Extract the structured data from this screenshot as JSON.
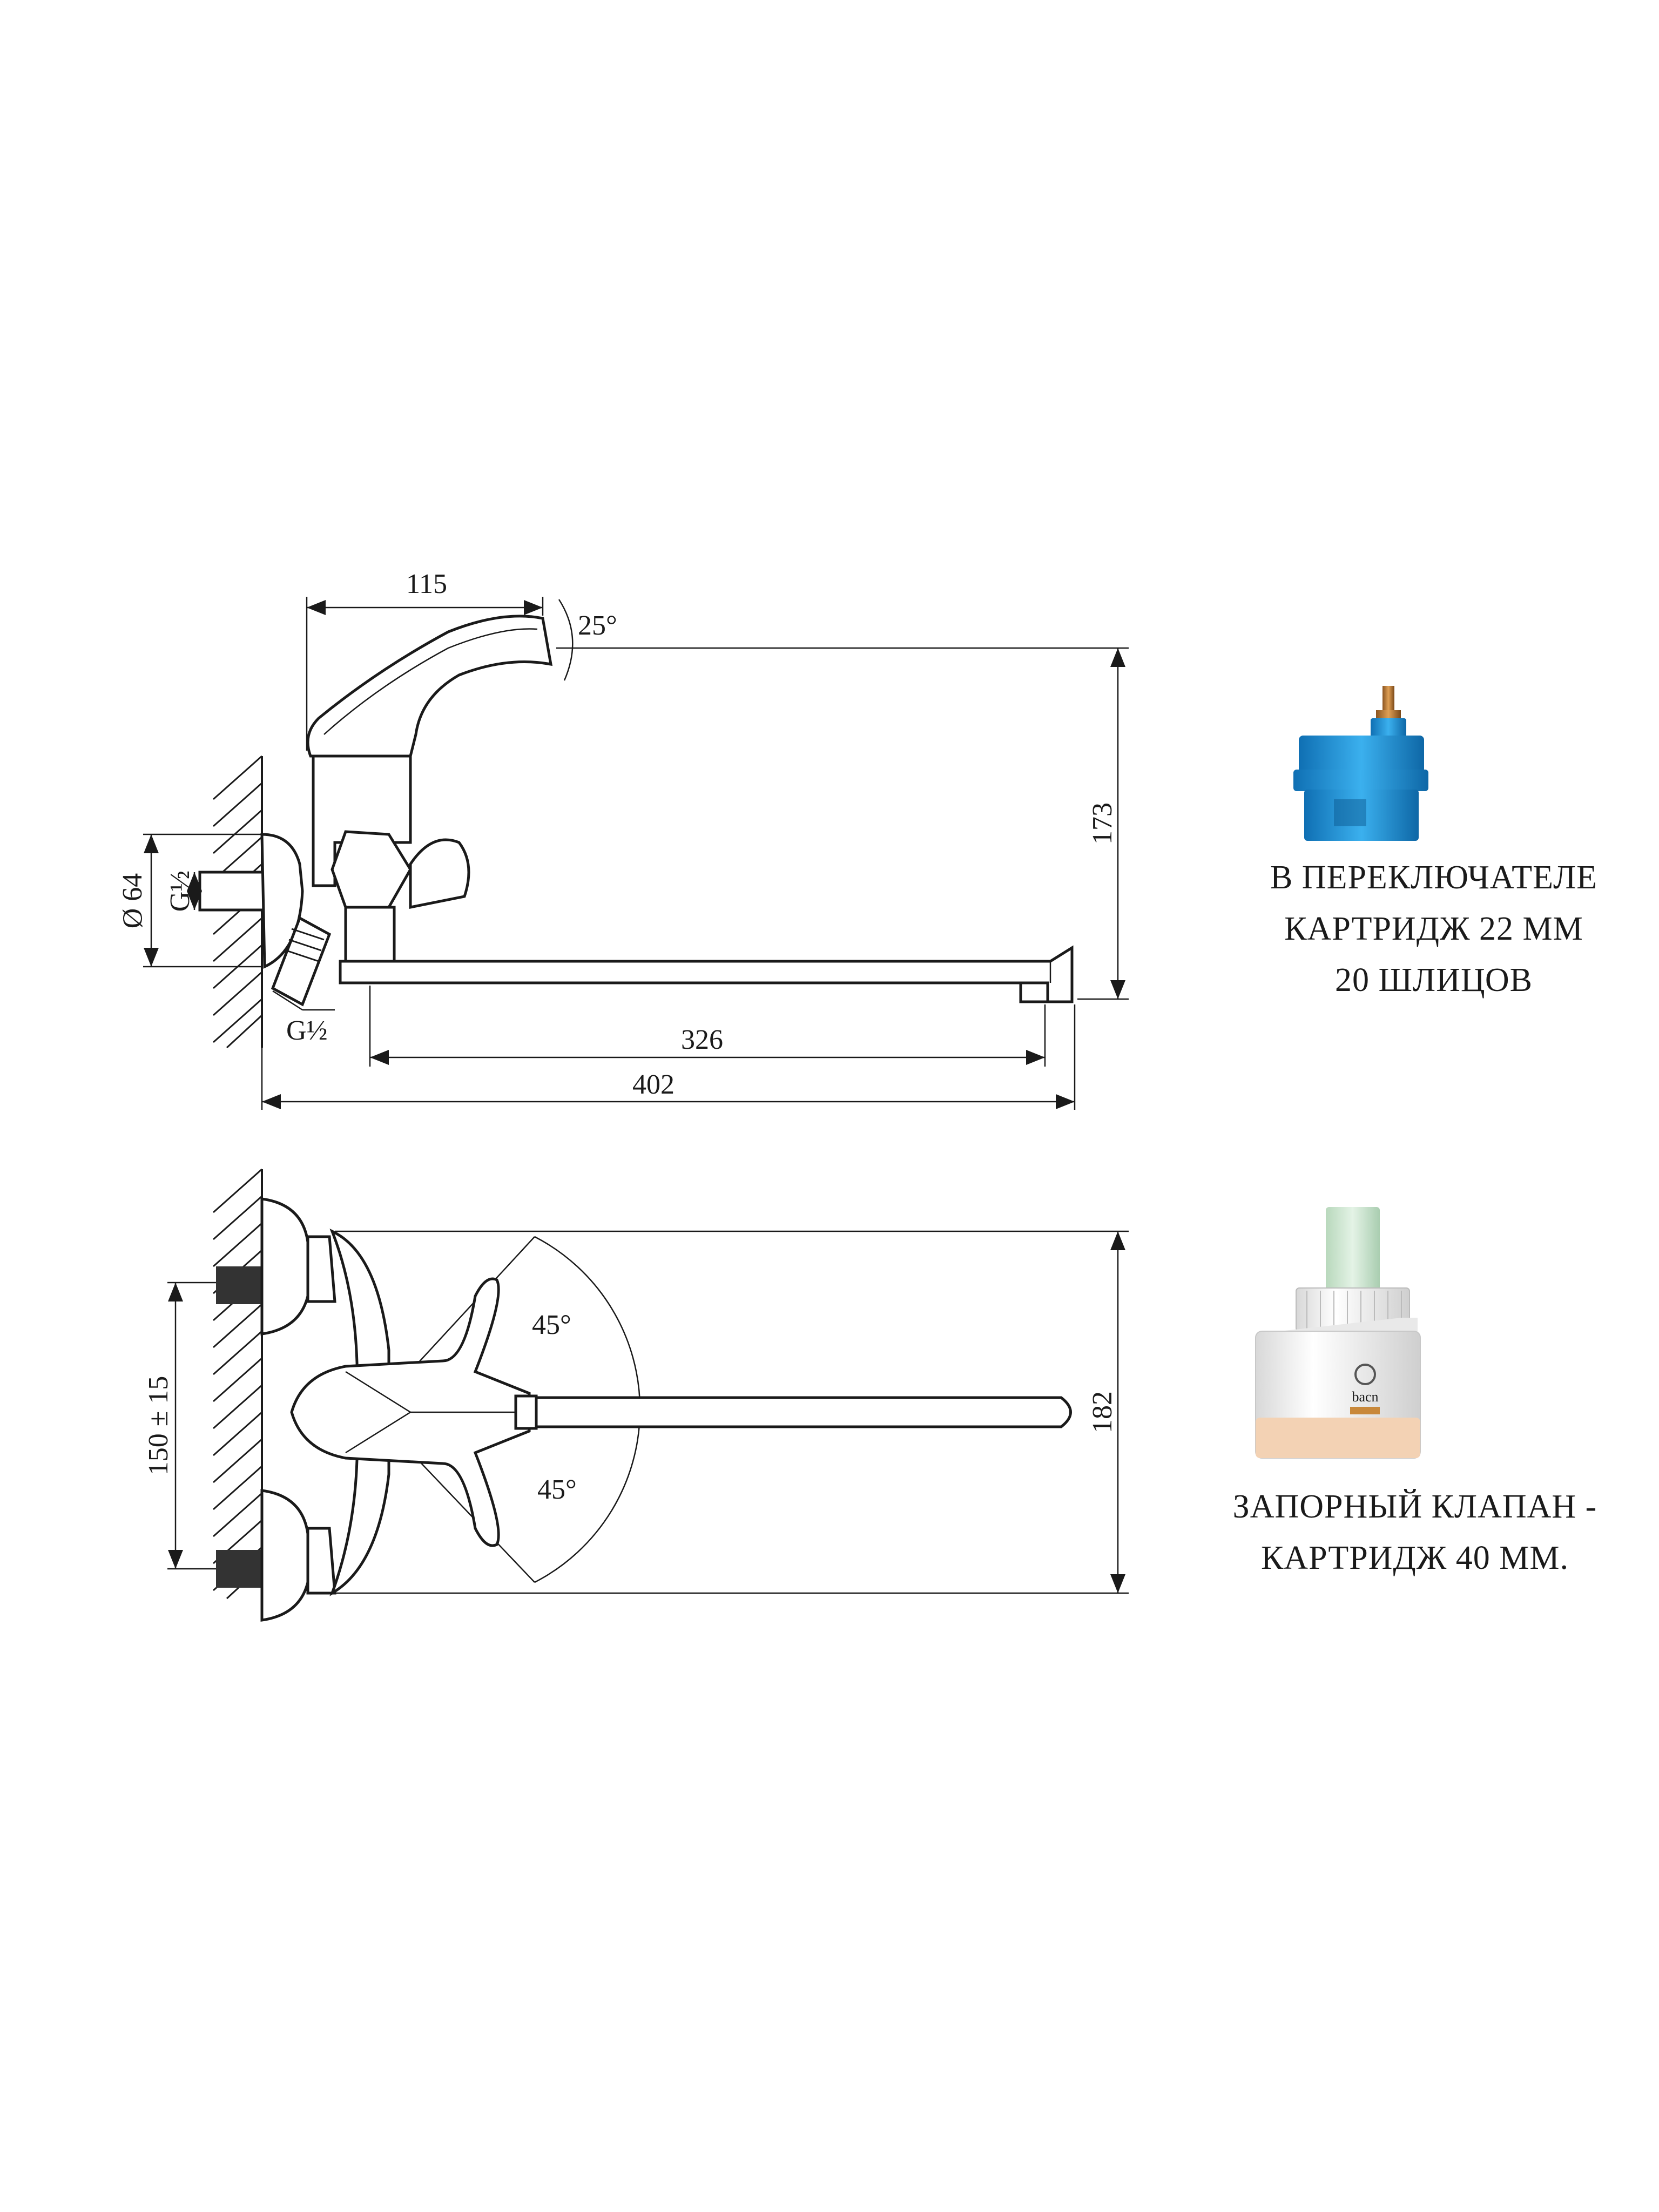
{
  "side_view": {
    "dim_handle_length": "115",
    "dim_handle_angle": "25°",
    "dim_height": "173",
    "dim_flange_diameter": "Ø 64",
    "dim_thread_top": "G½",
    "dim_thread_bottom": "G½",
    "dim_spout_length": "326",
    "dim_total_length": "402"
  },
  "top_view": {
    "dim_angle_upper": "45°",
    "dim_angle_lower": "45°",
    "dim_inlet_spacing": "150 ± 15",
    "dim_width": "182"
  },
  "cartridge_diverter": {
    "caption": [
      "В ПЕРЕКЛЮЧАТЕЛЕ",
      "КАРТРИДЖ 22 ММ",
      "20 ШЛИЦОВ"
    ],
    "colors": {
      "body": "#1f8fd6",
      "stem": "#c8883a"
    }
  },
  "cartridge_valve": {
    "caption": [
      "ЗАПОРНЫЙ КЛАПАН -",
      "КАРТРИДЖ 40 ММ."
    ],
    "brand_mark": "bacn",
    "colors": {
      "body": "#f4f4f4",
      "stem": "#cfe6d2",
      "base": "#f3d2b4"
    }
  }
}
